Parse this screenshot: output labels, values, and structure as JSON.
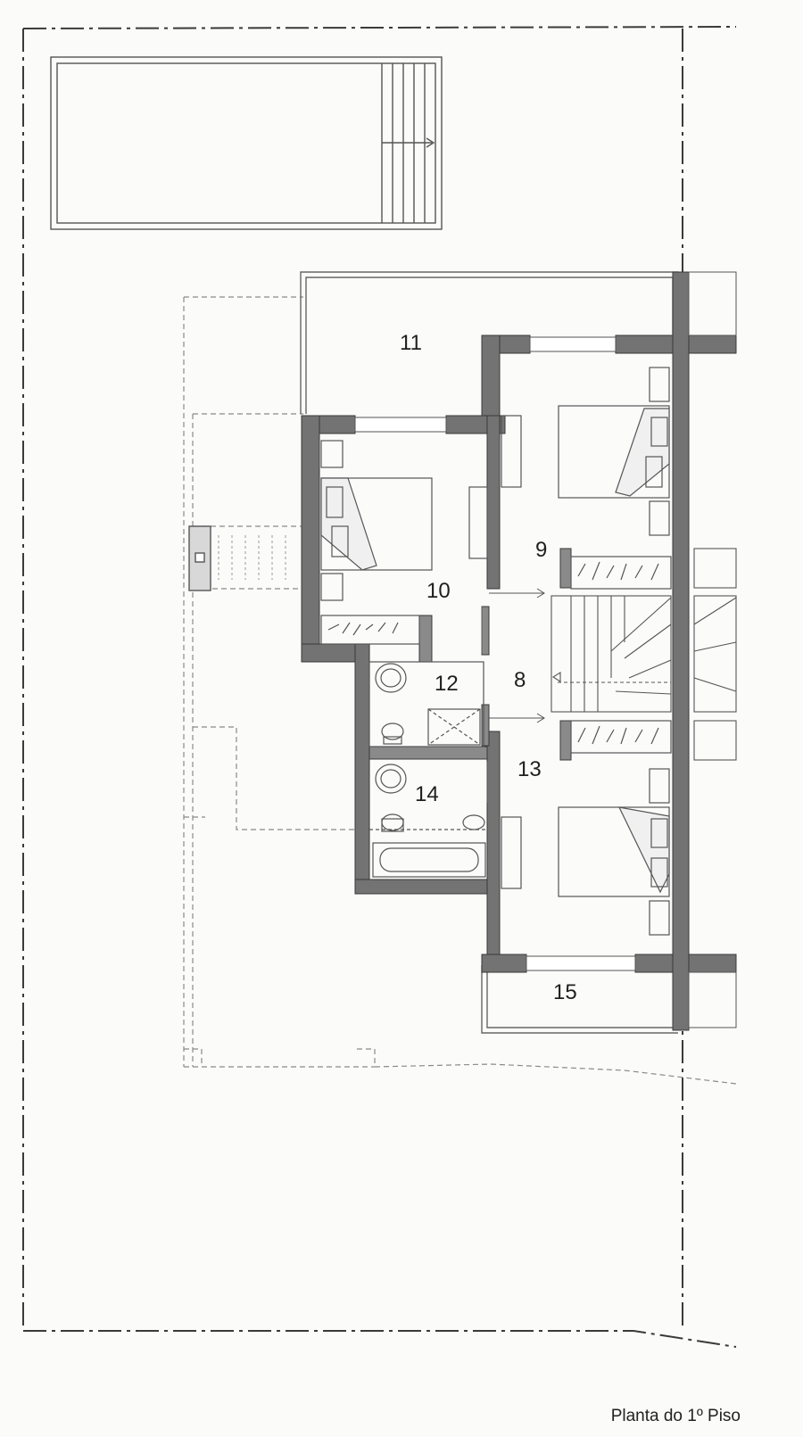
{
  "caption": "Planta do 1º Piso",
  "rooms": {
    "r8": "8",
    "r9": "9",
    "r10": "10",
    "r11": "11",
    "r12": "12",
    "r13": "13",
    "r14": "14",
    "r15": "15"
  },
  "colors": {
    "wall": "#6e6e6e",
    "line": "#4a4a4a",
    "light_line": "#9a9a9a",
    "background": "#fbfbfa"
  }
}
